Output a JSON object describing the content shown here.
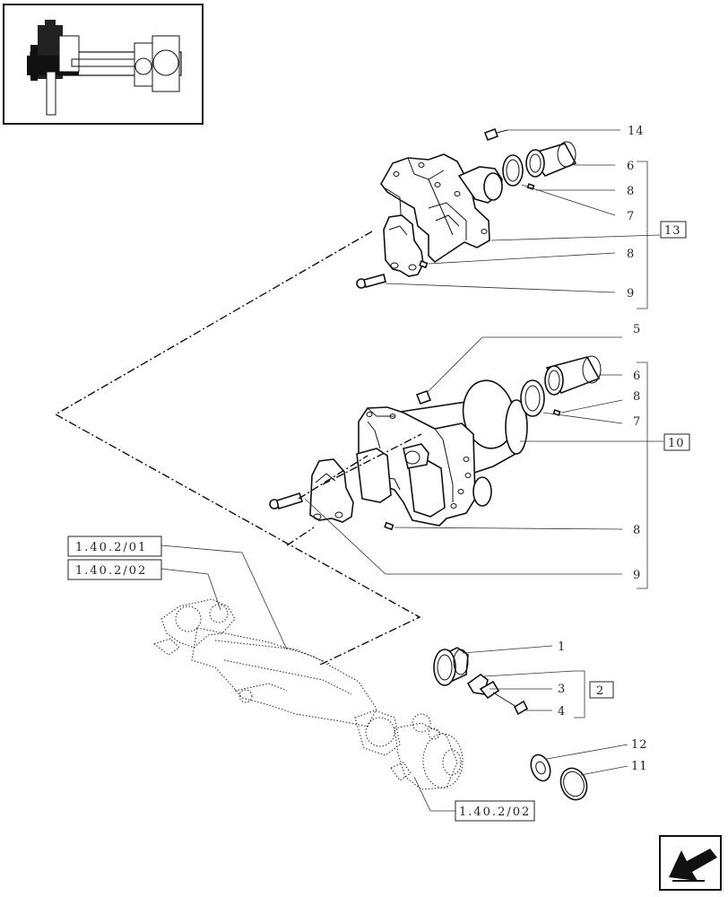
{
  "callouts": {
    "c14": "14",
    "c6a": "6",
    "c8a": "8",
    "c7a": "7",
    "c13": "13",
    "c8b": "8",
    "c9a": "9",
    "c5": "5",
    "c6b": "6",
    "c8c": "8",
    "c7b": "7",
    "c10": "10",
    "c8d": "8",
    "c9b": "9",
    "c1": "1",
    "c2": "2",
    "c3": "3",
    "c4": "4",
    "c12": "12",
    "c11": "11"
  },
  "references": {
    "ref1": "1.40.2/01",
    "ref2": "1.40.2/02",
    "ref3": "1.40.2/02"
  },
  "icons": {
    "thumbnail": "axle-overview-thumbnail",
    "nav": "previous-page-arrow-icon"
  }
}
